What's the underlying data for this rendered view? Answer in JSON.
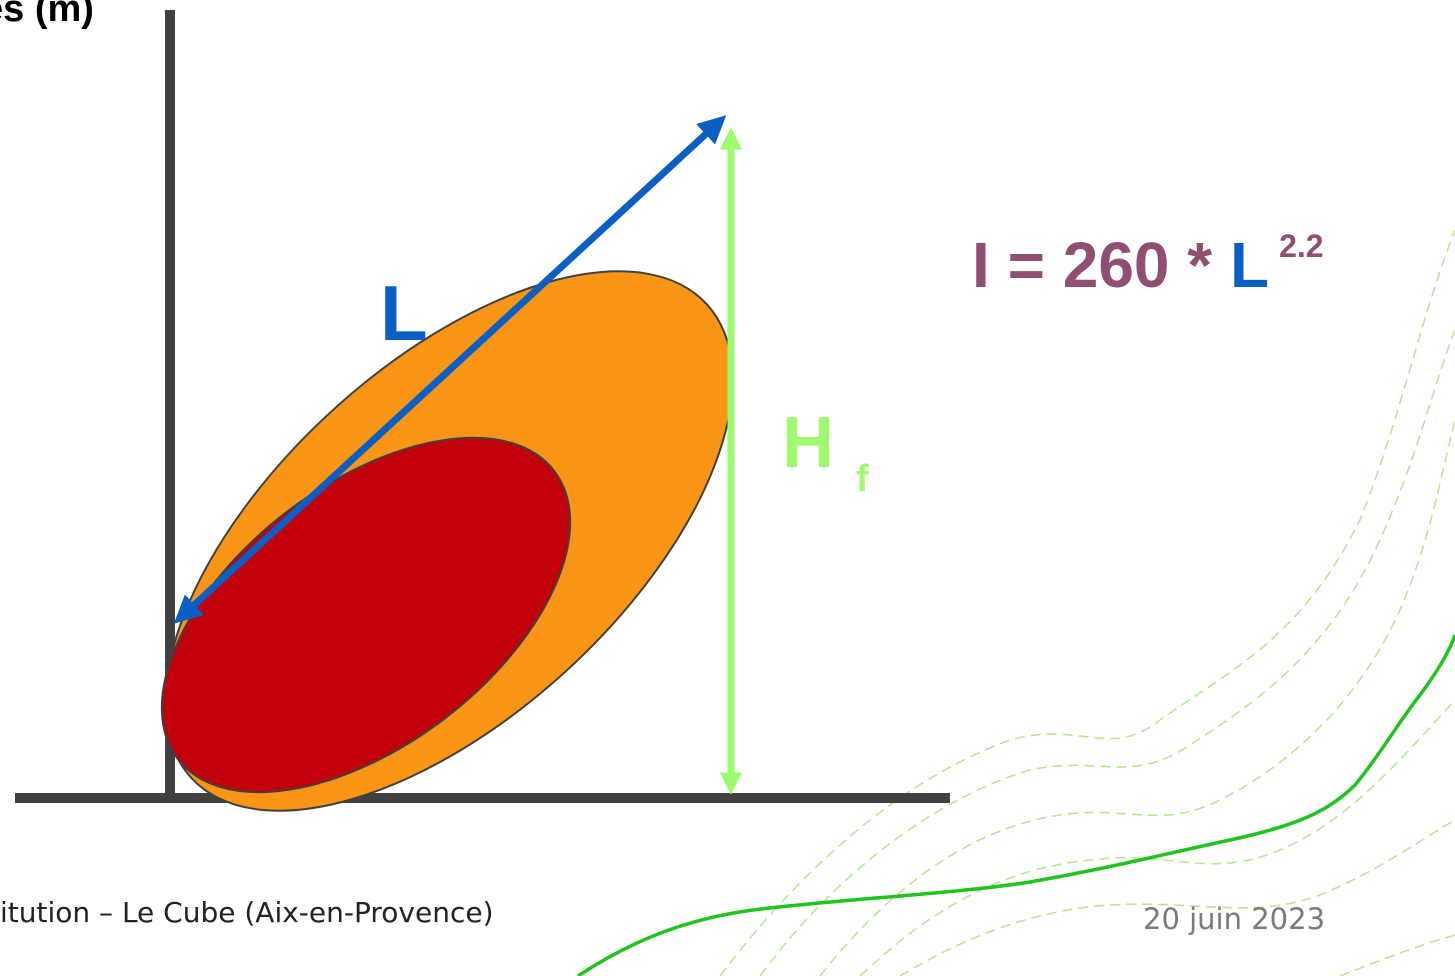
{
  "axis_title": "es (m)",
  "label_L": "L",
  "label_H": "H",
  "label_H_subscript": "f",
  "formula": {
    "prefix": "I = 260 * ",
    "variable": "L",
    "exponent": "2.2"
  },
  "footer": {
    "left_text": "itution – Le Cube (Aix-en-Provence)",
    "date": "20 juin 2023"
  },
  "colors": {
    "axis": "#404040",
    "outer_ellipse": "#fa9515",
    "inner_ellipse": "#c2000b",
    "length_arrow": "#0a5fc4",
    "height_arrow": "#9cfb6f",
    "formula": "#8f4e72",
    "contour_line": "#1fc41c",
    "contour_dashed": "#b9e59a"
  }
}
